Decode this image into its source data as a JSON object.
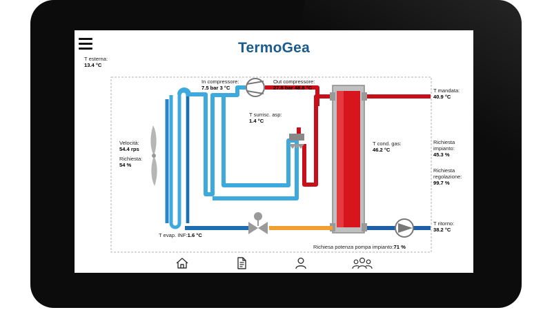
{
  "app": {
    "logo": "TermoGea"
  },
  "readouts": {
    "t_esterna": {
      "label": "T esterna:",
      "value": "13.4 °C"
    },
    "in_compressore": {
      "label": "In compressore:",
      "value": "7.5 bar  3 °C"
    },
    "out_compressore": {
      "label": "Out compressore:",
      "value": "27.8 bar  48.8 °C"
    },
    "t_surrisc": {
      "label": "T surrisc. asp:",
      "value": "1.4 °C"
    },
    "velocita": {
      "label": "Velocità:",
      "value": "54.4 rps"
    },
    "richiesta_ventola": {
      "label": "Richiesta:",
      "value": "54 %"
    },
    "t_cond_gas": {
      "label": "T cond. gas:",
      "value": "46.2 °C"
    },
    "t_mandata": {
      "label": "T mandata:",
      "value": "40.9 °C"
    },
    "richiesta_impianto": {
      "label1": "Richiesta",
      "label2": "impianto:",
      "value": "45.3 %"
    },
    "richiesta_regolazione": {
      "label1": "Richiesta",
      "label2": "regolazione:",
      "value": "99.7 %"
    },
    "t_ritorno": {
      "label": "T ritorno:",
      "value": "38.2 °C"
    },
    "t_evap_inf": {
      "label": "T evap. INF:",
      "value": "1.6 °C"
    },
    "richiesta_pompa": {
      "label": "Richiesa potenza pompa impianto:",
      "value": "71 %"
    }
  },
  "nav": {
    "items": [
      {
        "name": "home",
        "icon": "home-icon"
      },
      {
        "name": "document",
        "icon": "document-icon"
      },
      {
        "name": "user",
        "icon": "user-icon"
      },
      {
        "name": "users",
        "icon": "users-icon"
      }
    ]
  },
  "colors": {
    "hot_pipe": "#c8101a",
    "cold_pipe": "#3ea9dc",
    "evaporator_dark": "#1f6fb0",
    "liquid_line": "#f0a030",
    "condenser_fill": "#d8141c",
    "return_pipe": "#1f5fa8",
    "logo": "#1b5c8c"
  }
}
